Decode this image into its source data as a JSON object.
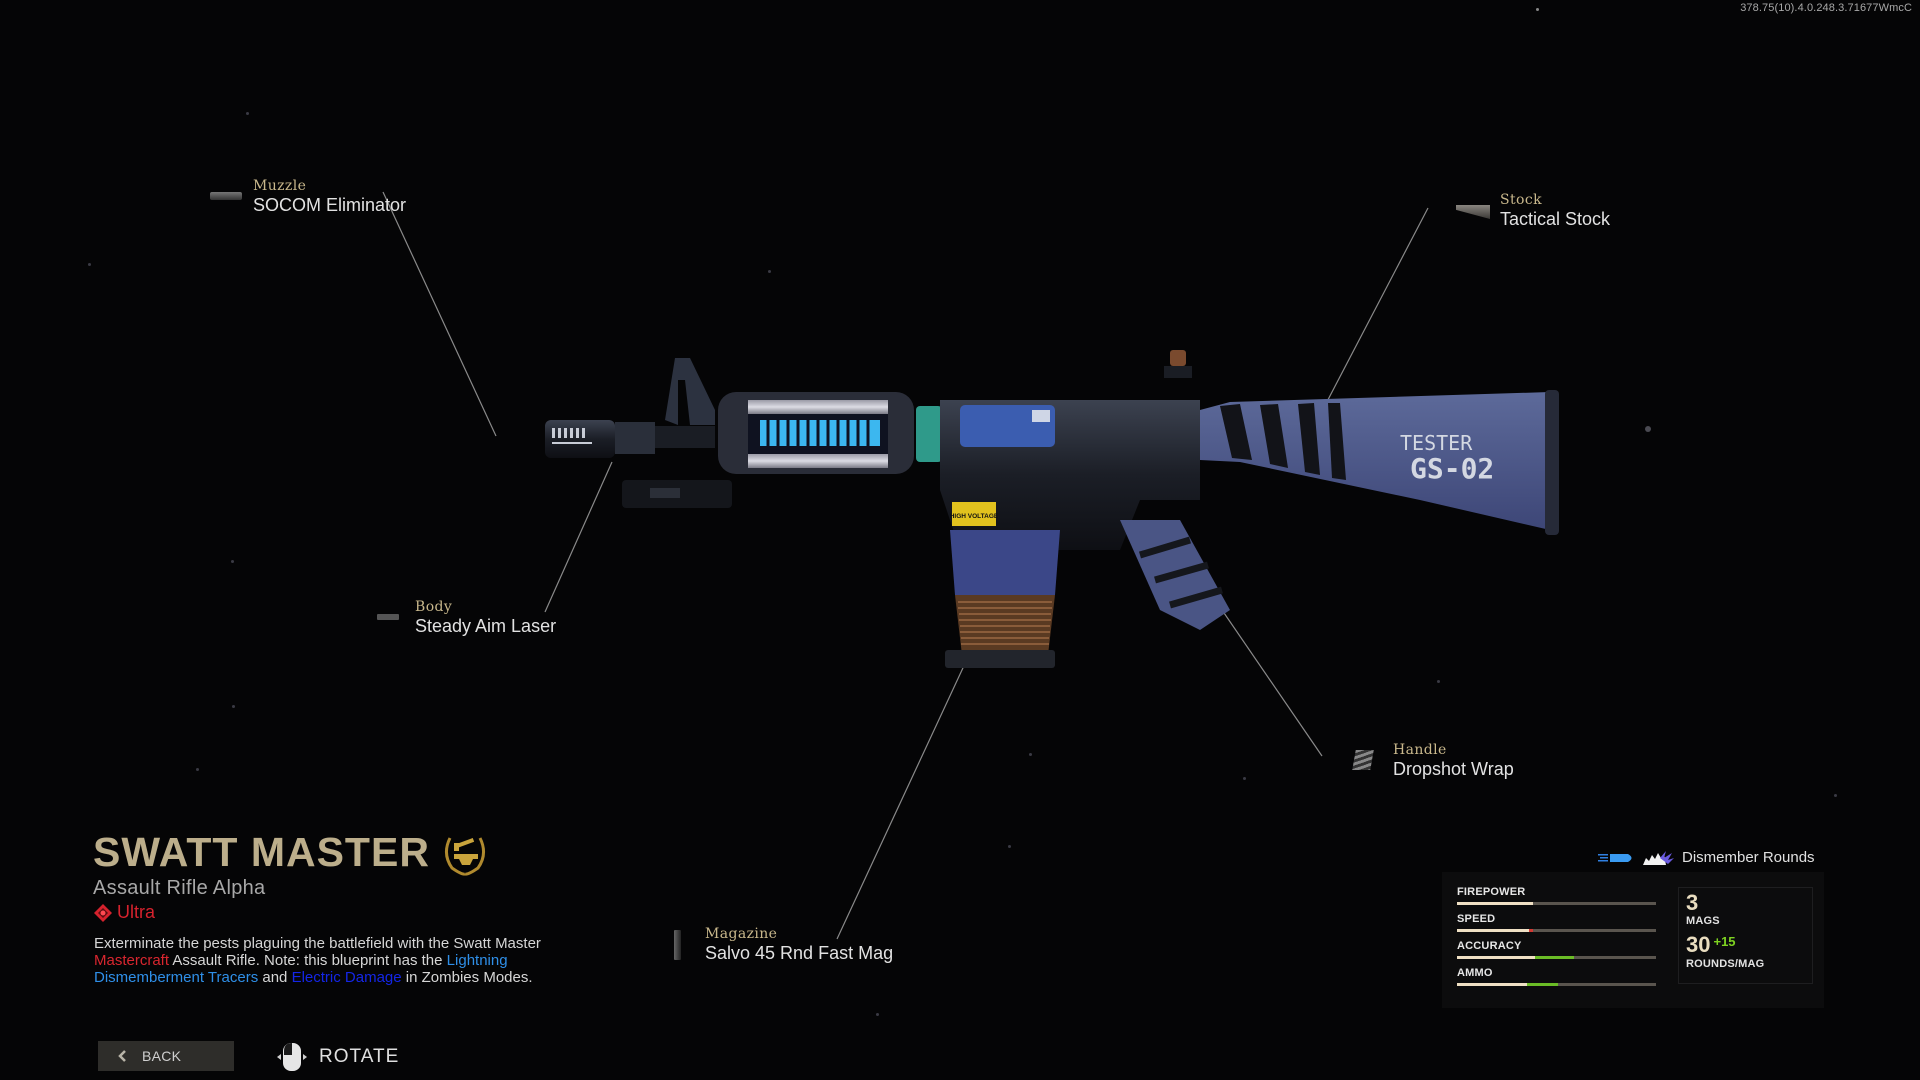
{
  "version_string": "378.75(10).4.0.248.3.71677WmcC",
  "weapon": {
    "name": "SWATT MASTER",
    "class": "Assault Rifle Alpha",
    "rarity": "Ultra",
    "badge_icon": "mastercraft-anvil-icon",
    "decals": {
      "warning_sticker": "HIGH VOLTAGE",
      "stock_line1": "TESTER",
      "stock_line2": "GS-02"
    },
    "description": {
      "part1": "Exterminate the pests plaguing the battlefield with the Swatt Master ",
      "highlight_mastercraft": "Mastercraft",
      "part2": " Assault Rifle. Note: this blueprint has the ",
      "highlight_tracers": "Lightning Dismemberment Tracers",
      "part3": " and ",
      "highlight_damage": "Electric Damage",
      "part4": " in Zombies Modes."
    }
  },
  "attachments": [
    {
      "slot": "Muzzle",
      "name": "SOCOM Eliminator"
    },
    {
      "slot": "Stock",
      "name": "Tactical Stock"
    },
    {
      "slot": "Body",
      "name": "Steady Aim Laser"
    },
    {
      "slot": "Handle",
      "name": "Dropshot Wrap"
    },
    {
      "slot": "Magazine",
      "name": "Salvo 45 Rnd Fast Mag"
    }
  ],
  "ammo_type": {
    "label": "Dismember Rounds",
    "icons": [
      "bullet-icon",
      "splatter-icon"
    ]
  },
  "stats": [
    {
      "label": "FIREPOWER",
      "base_pct": 38,
      "change_pct": 0,
      "change": "none"
    },
    {
      "label": "SPEED",
      "base_pct": 36,
      "change_pct": 2,
      "change": "decrease"
    },
    {
      "label": "ACCURACY",
      "base_pct": 39,
      "change_pct": 20,
      "change": "increase"
    },
    {
      "label": "AMMO",
      "base_pct": 35,
      "change_pct": 16,
      "change": "increase"
    }
  ],
  "magazine": {
    "mags": "3",
    "mags_label": "MAGS",
    "rounds": "30",
    "rounds_bonus": "+15",
    "rounds_label": "ROUNDS/MAG"
  },
  "footer": {
    "back_label": "BACK",
    "rotate_label": "ROTATE"
  },
  "colors": {
    "title": "#bcae8b",
    "slot_label": "#c9b88c",
    "rarity": "#d6222d",
    "stat_base": "#efe0c4",
    "stat_increase": "#6bbd26",
    "stat_decrease": "#d23a34",
    "stat_track": "#5a554e"
  }
}
